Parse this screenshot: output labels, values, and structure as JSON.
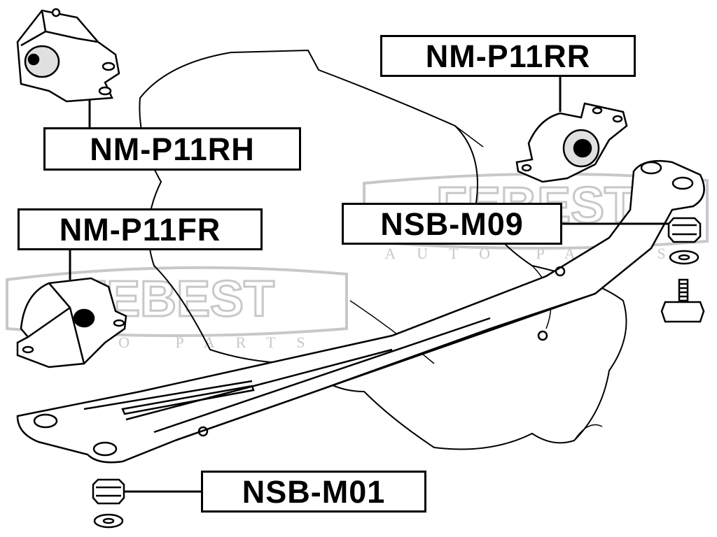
{
  "labels": {
    "rear_right": "NM-P11RR",
    "rear_hand": "NM-P11RH",
    "front_right": "NM-P11FR",
    "bolt_m09": "NSB-M09",
    "bolt_m01": "NSB-M01"
  },
  "watermark": {
    "brand": "FEBEST",
    "sub": "AUTO PARTS"
  },
  "colors": {
    "line": "#000000",
    "watermark": "#c8c8c8",
    "background": "#ffffff"
  }
}
